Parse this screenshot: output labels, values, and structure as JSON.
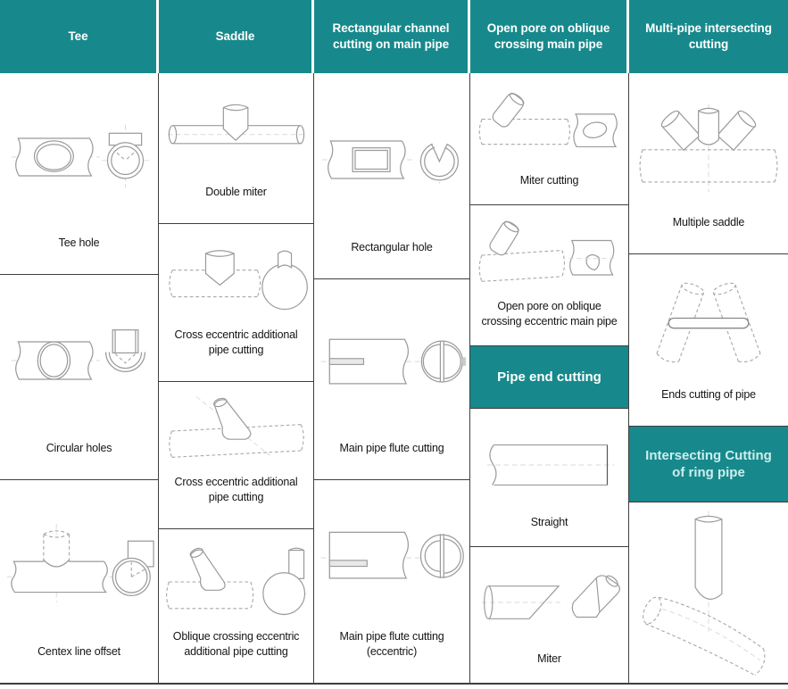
{
  "colors": {
    "header_bg": "#17898c",
    "header_text": "#ffffff",
    "subheader_bg": "#17898c",
    "subheader_text": "#ffffff",
    "subheader_text_light": "#cdeeee",
    "grid_line": "#3e3e3e",
    "label_text": "#151515",
    "drawing_stroke": "#9b9b9b"
  },
  "columns": [
    {
      "header": "Tee",
      "cells": [
        {
          "label": "Tee hole",
          "drawing": "tee-hole-diagram"
        },
        {
          "label": "Circular holes",
          "drawing": "circular-holes-diagram"
        },
        {
          "label": "Centex line offset",
          "drawing": "centex-line-offset-diagram"
        }
      ]
    },
    {
      "header": "Saddle",
      "cells": [
        {
          "label": "Double miter",
          "drawing": "double-miter-diagram"
        },
        {
          "label": "Cross eccentric additional pipe cutting",
          "drawing": "cross-eccentric-pipe-diagram"
        },
        {
          "label": "Cross eccentric additional pipe cutting",
          "drawing": "cross-eccentric-oblique-diagram"
        },
        {
          "label": "Oblique crossing eccentric additional pipe cutting",
          "drawing": "oblique-crossing-eccentric-diagram"
        }
      ]
    },
    {
      "header": "Rectangular channel cutting on main pipe",
      "cells": [
        {
          "label": "Rectangular hole",
          "drawing": "rectangular-hole-diagram"
        },
        {
          "label": "Main pipe flute cutting",
          "drawing": "main-pipe-flute-diagram"
        },
        {
          "label": "Main pipe flute cutting (eccentric)",
          "drawing": "main-pipe-flute-eccentric-diagram"
        }
      ]
    },
    {
      "header": "Open pore on oblique crossing main pipe",
      "cells": [
        {
          "label": "Miter cutting",
          "drawing": "miter-cutting-diagram"
        },
        {
          "label": "Open pore on oblique crossing eccentric main pipe",
          "drawing": "open-pore-eccentric-diagram"
        },
        {
          "subheader": "Pipe end cutting"
        },
        {
          "label": "Straight",
          "drawing": "straight-pipe-diagram"
        },
        {
          "label": "Miter",
          "drawing": "miter-end-diagram"
        }
      ]
    },
    {
      "header": "Multi-pipe intersecting cutting",
      "cells": [
        {
          "label": "Multiple saddle",
          "drawing": "multiple-saddle-diagram"
        },
        {
          "label": "Ends cutting of pipe",
          "drawing": "ends-cutting-diagram"
        },
        {
          "subheader": "Intersecting Cutting of ring pipe"
        },
        {
          "label": "",
          "drawing": "ring-pipe-intersection-diagram"
        }
      ]
    }
  ]
}
